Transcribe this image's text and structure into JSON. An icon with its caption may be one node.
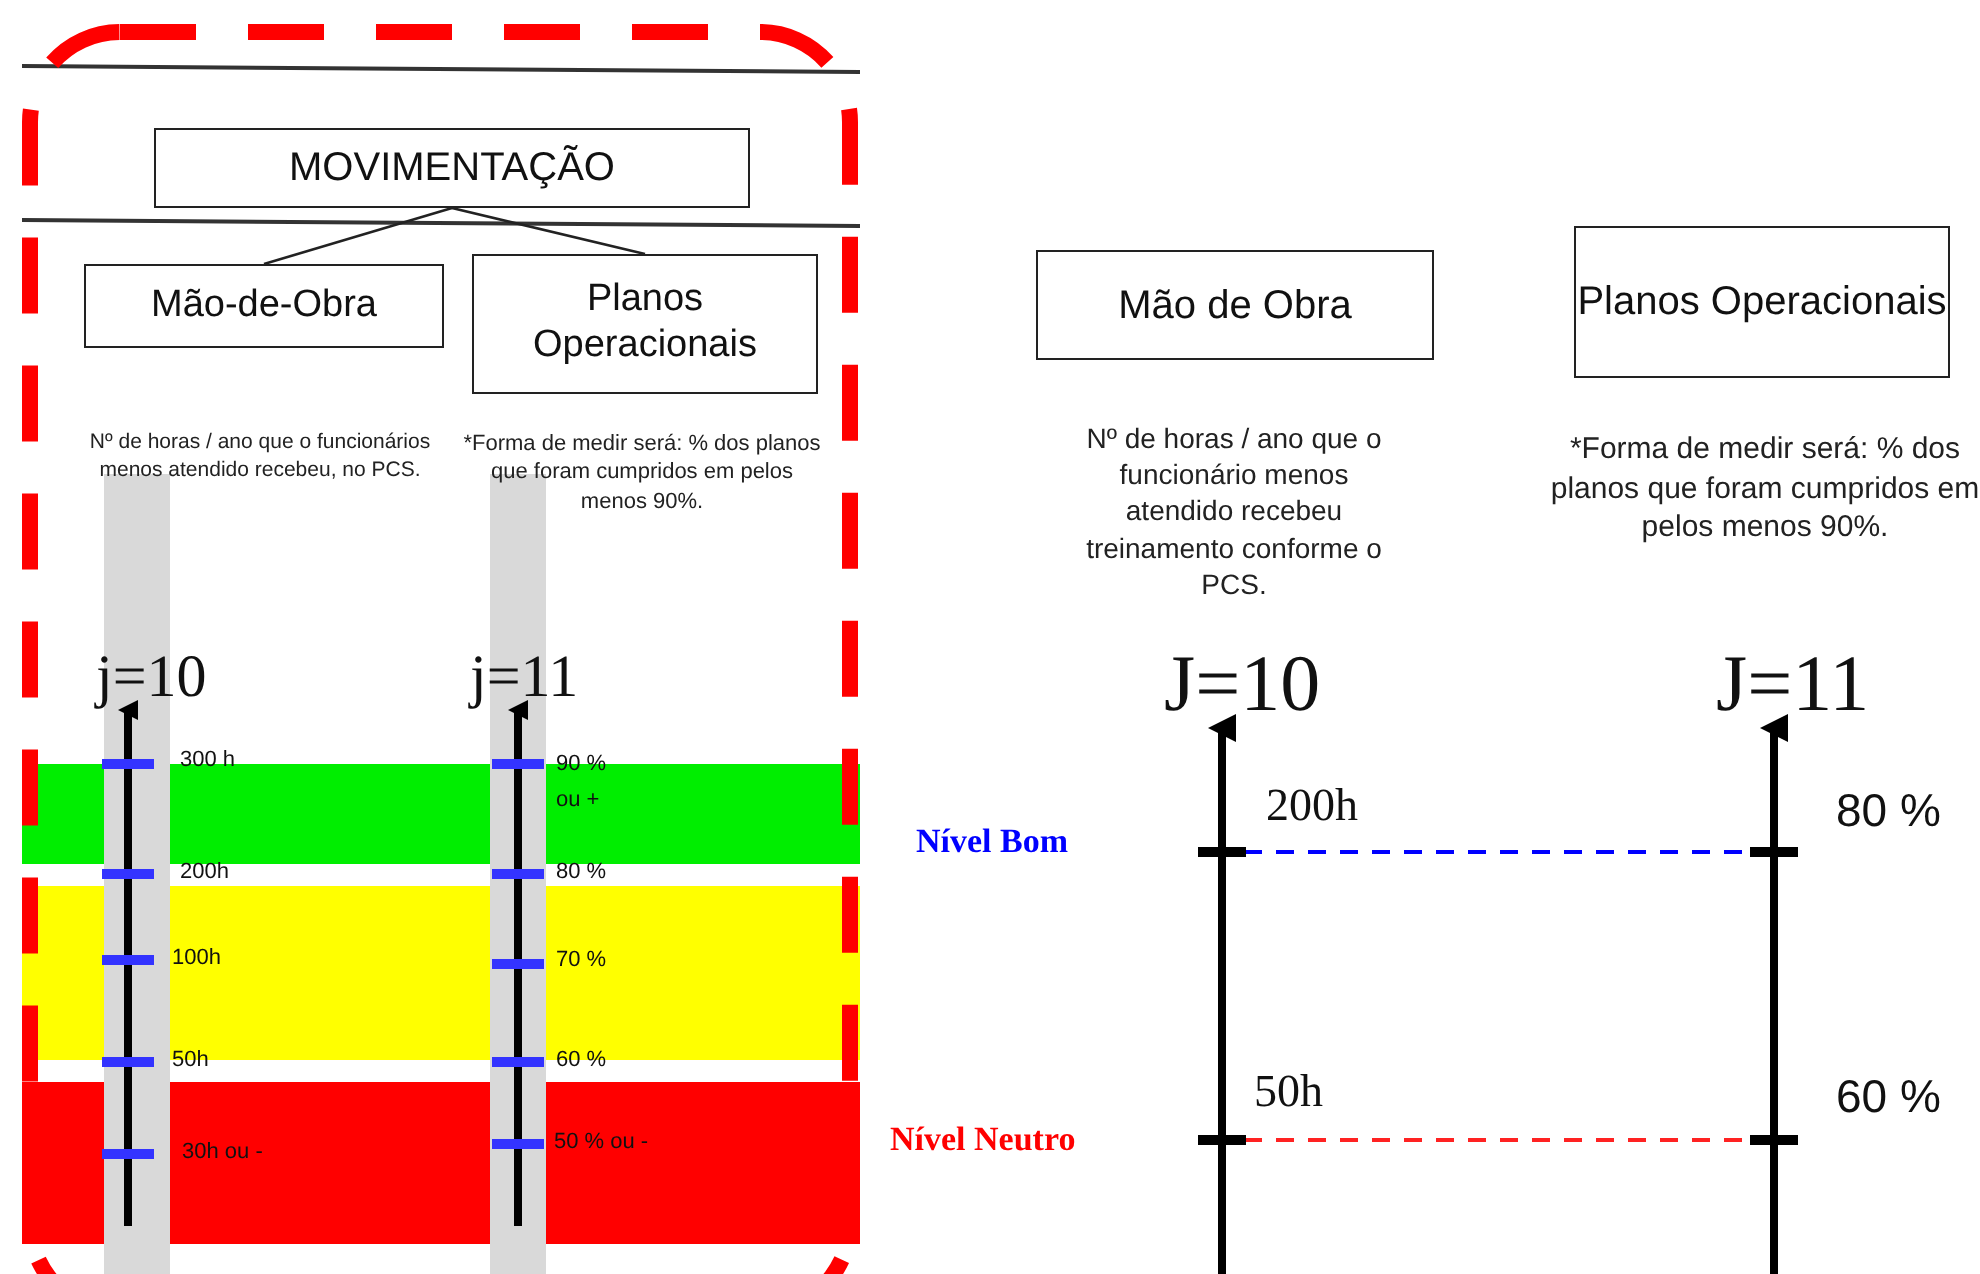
{
  "diagram": {
    "nodes": [
      {
        "text": [
          "MOVIMENTAÇÃO"
        ]
      },
      {
        "text": [
          "Mão-de-Obra"
        ],
        "beside": [
          "Nº de horas / ano que o funcionários menos atendido recebeu, no PCS."
        ]
      },
      {
        "text": [
          "Planos Operacionais"
        ],
        "beside": [
          "*Forma de medir será: % dos planos que foram cumpridos em pelos menos 90%."
        ]
      },
      {
        "text": [
          "Mão de Obra"
        ],
        "beside": [
          "Nº de horas / ano que o funcionário menos atendido recebeu treinamento conforme o PCS."
        ]
      },
      {
        "text": [
          "Planos Operacionais"
        ],
        "beside": [
          "*Forma de medir será: % dos planos que foram cumpridos em pelos menos 90%."
        ]
      }
    ],
    "edges": [
      {
        "from": 0,
        "to": 1,
        "arrow": "none"
      },
      {
        "from": 0,
        "to": 2,
        "arrow": "none"
      }
    ],
    "labels": [
      "j=10",
      "j=11",
      "300 h",
      "90 % ou +",
      "200h",
      "80 %",
      "100h",
      "70 %",
      "50h",
      "60 %",
      "30h ou -",
      "50 % ou -",
      "J=10",
      "J=11",
      "200h",
      "80 %",
      "Nível Bom",
      "50h",
      "60 %",
      "Nível Neutro"
    ]
  }
}
